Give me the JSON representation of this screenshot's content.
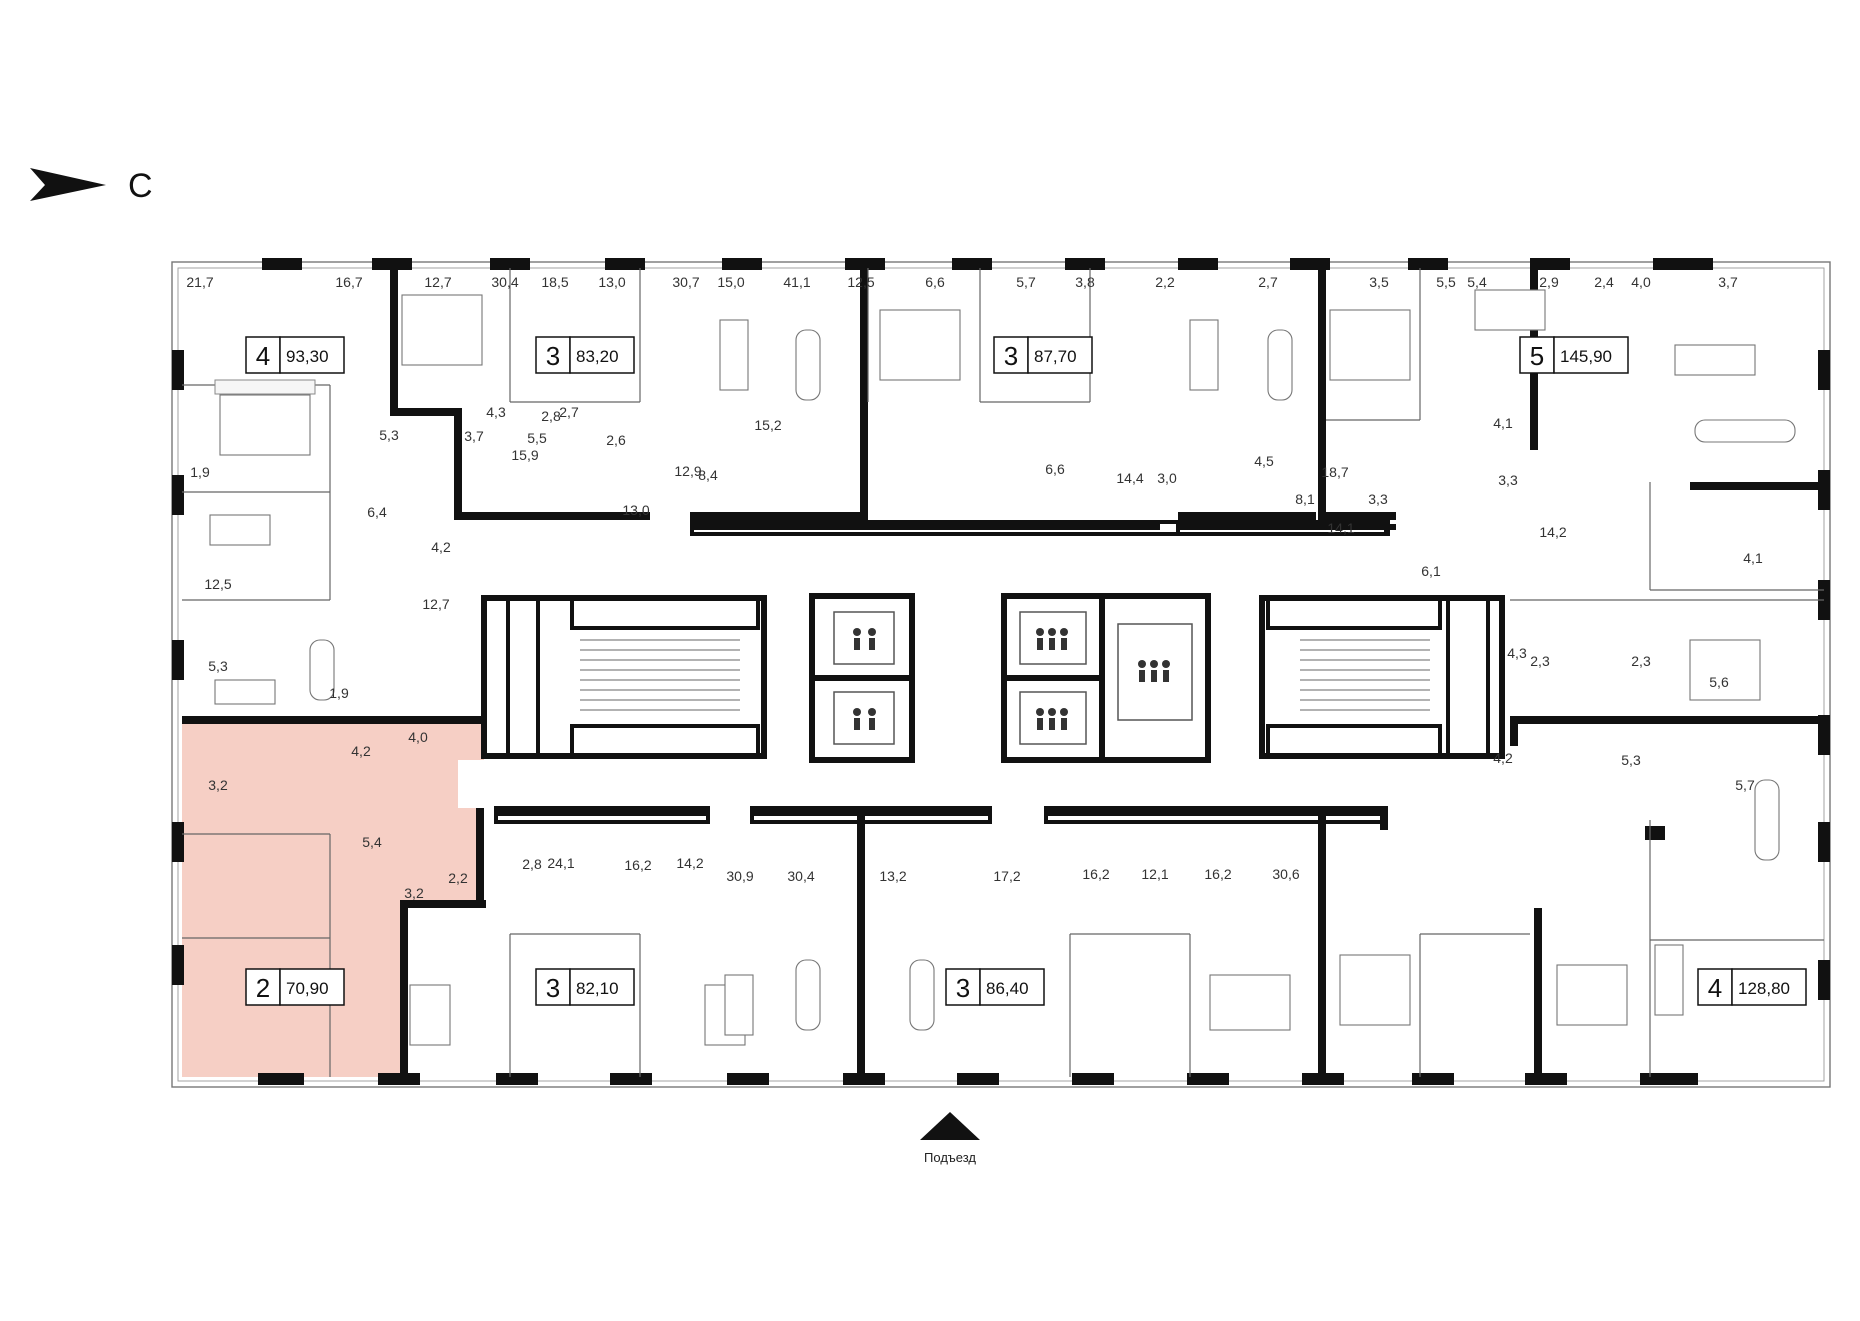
{
  "compass": {
    "letter": "С",
    "icon": "north-arrow-icon"
  },
  "entrance": {
    "label": "Подъезд",
    "icon": "entrance-triangle-icon"
  },
  "colors": {
    "highlight": "#f6cfc5",
    "wall": "#111111",
    "background": "#ffffff"
  },
  "apartments": [
    {
      "rooms": "4",
      "area": "93,30",
      "highlighted": false
    },
    {
      "rooms": "3",
      "area": "83,20",
      "highlighted": false
    },
    {
      "rooms": "3",
      "area": "87,70",
      "highlighted": false
    },
    {
      "rooms": "5",
      "area": "145,90",
      "highlighted": false
    },
    {
      "rooms": "2",
      "area": "70,90",
      "highlighted": true
    },
    {
      "rooms": "3",
      "area": "82,10",
      "highlighted": false
    },
    {
      "rooms": "3",
      "area": "86,40",
      "highlighted": false
    },
    {
      "rooms": "4",
      "area": "128,80",
      "highlighted": false
    }
  ],
  "room_areas": [
    "21,7",
    "16,7",
    "12,7",
    "30,4",
    "18,5",
    "13,0",
    "30,7",
    "15,0",
    "41,1",
    "12,5",
    "6,6",
    "5,7",
    "3,8",
    "2,2",
    "2,7",
    "3,5",
    "5,5",
    "5,4",
    "2,9",
    "2,4",
    "4,0",
    "3,7",
    "1,9",
    "5,3",
    "3,7",
    "4,3",
    "15,9",
    "5,5",
    "2,8",
    "2,7",
    "2,6",
    "13,0",
    "8,4",
    "15,2",
    "12,9",
    "14,4",
    "6,6",
    "3,0",
    "4,5",
    "18,7",
    "8,1",
    "3,3",
    "14,1",
    "6,1",
    "4,1",
    "3,3",
    "14,2",
    "12,5",
    "6,4",
    "4,2",
    "12,7",
    "4,1",
    "4,3",
    "2,3",
    "2,3",
    "5,6",
    "5,3",
    "1,9",
    "4,2",
    "4,0",
    "3,2",
    "4,2",
    "5,3",
    "5,7",
    "3,2",
    "5,4",
    "2,2",
    "2,8",
    "24,1",
    "16,2",
    "14,2",
    "30,9",
    "30,4",
    "13,2",
    "17,2",
    "16,2",
    "12,1",
    "16,2",
    "30,6"
  ]
}
